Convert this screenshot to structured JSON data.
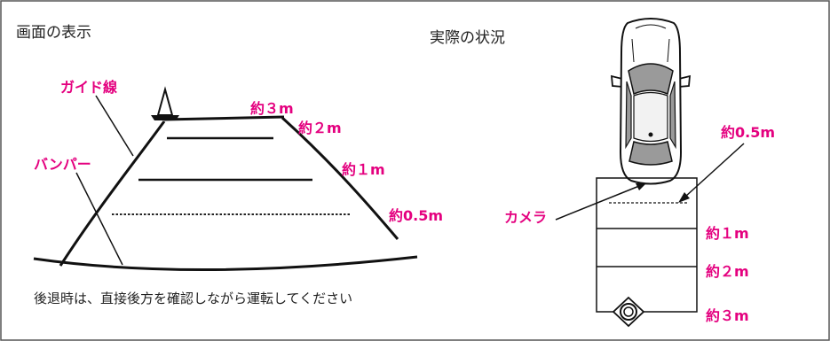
{
  "left_panel": {
    "title": "画面の表示",
    "guide_line_label": "ガイド線",
    "bumper_label": "バンパー",
    "distance_labels": [
      "約３m",
      "約２m",
      "約１m",
      "約0.5m"
    ],
    "caption": "後退時は、直接後方を確認しながら運転してください"
  },
  "right_panel": {
    "title": "実際の状況",
    "camera_label": "カメラ",
    "distance_labels": [
      "約0.5m",
      "約１m",
      "約２m",
      "約３m"
    ]
  },
  "colors": {
    "accent": "#e4007f",
    "line": "#111111",
    "border": "#444444"
  }
}
